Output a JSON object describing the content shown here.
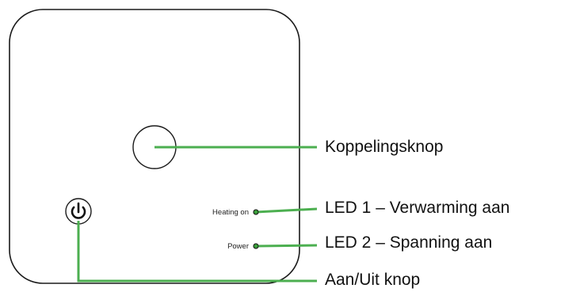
{
  "device": {
    "led_heating_label": "Heating on",
    "led_power_label": "Power"
  },
  "callouts": {
    "pairing_button": "Koppelingsknop",
    "led1": "LED 1 – Verwarming aan",
    "led2": "LED 2 – Spanning aan",
    "power_button": "Aan/Uit knop"
  },
  "colors": {
    "callout_line": "#4caf50",
    "led": "#3aa13a",
    "outline": "#1a1a1a"
  }
}
